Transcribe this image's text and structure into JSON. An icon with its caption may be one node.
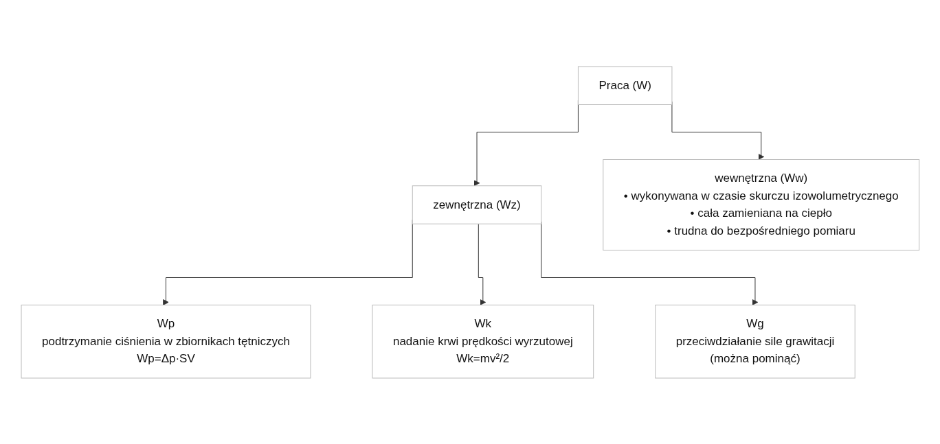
{
  "diagram": {
    "nodes": [
      {
        "text": [
          "Praca (W)"
        ]
      },
      {
        "text": [
          "zewnętrzna (Wz)"
        ]
      },
      {
        "text": [
          "wewnętrzna (Ww)",
          "• wykonywana w czasie skurczu izowolumetrycznego",
          "• cała zamieniana na ciepło",
          "• trudna do bezpośredniego pomiaru"
        ]
      },
      {
        "text": [
          "Wp",
          "podtrzymanie ciśnienia w zbiornikach tętniczych",
          "Wp=Δp·SV"
        ]
      },
      {
        "text": [
          "Wk",
          "nadanie krwi prędkości wyrzutowej",
          "Wk=mv²/2"
        ]
      },
      {
        "text": [
          "Wg",
          "przeciwdziałanie sile grawitacji",
          "(można pominąć)"
        ]
      }
    ],
    "edges": [
      {
        "from": 0,
        "to": 1,
        "arrow": "to"
      },
      {
        "from": 0,
        "to": 2,
        "arrow": "to"
      },
      {
        "from": 1,
        "to": 3,
        "arrow": "to"
      },
      {
        "from": 1,
        "to": 4,
        "arrow": "to"
      },
      {
        "from": 1,
        "to": 5,
        "arrow": "to"
      }
    ]
  }
}
